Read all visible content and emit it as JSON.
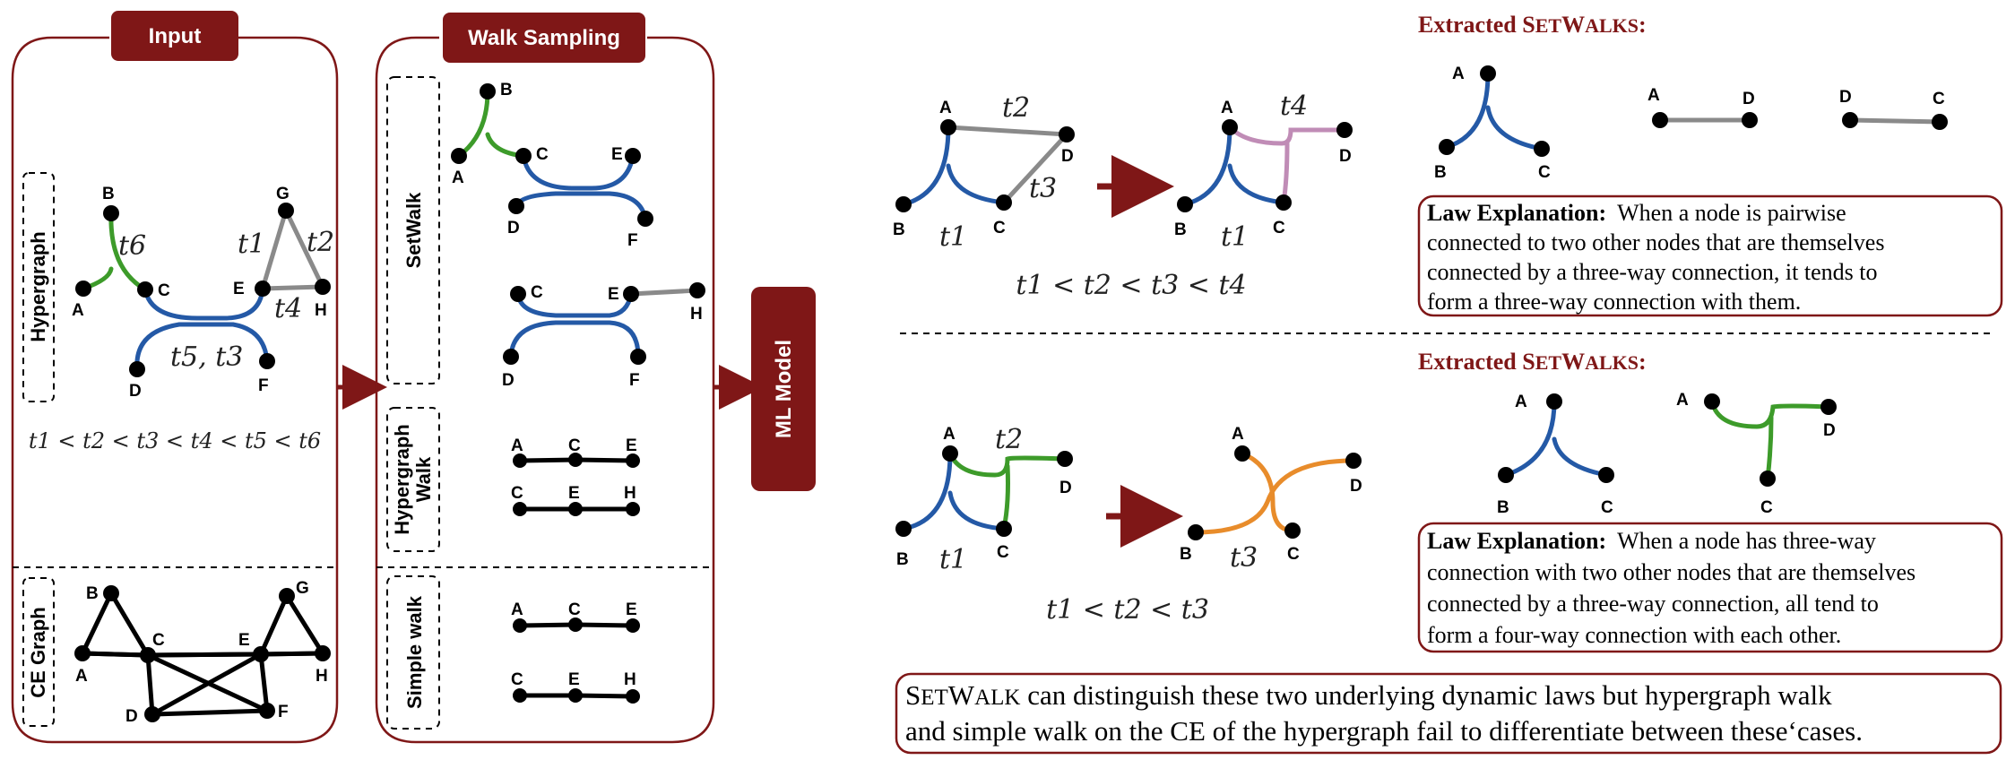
{
  "input_panel": {
    "header": "Input",
    "hypergraph_label": "Hypergraph",
    "ce_graph_label": "CE Graph",
    "node_labels": [
      "A",
      "B",
      "C",
      "D",
      "E",
      "F",
      "G",
      "H"
    ],
    "edge_time_labels": [
      "t6",
      "t1",
      "t2",
      "t4",
      "t5, t3"
    ],
    "time_order": "t1 < t2 < t3 < t4 < t5 < t6"
  },
  "walk_panel": {
    "header": "Walk Sampling",
    "setwalk_label": "SetWalk",
    "hypergraph_walk_label": [
      "Hypergraph",
      "Walk"
    ],
    "simple_walk_label": "Simple walk",
    "hypergraph_walks": [
      [
        "A",
        "C",
        "E"
      ],
      [
        "C",
        "E",
        "H"
      ]
    ],
    "simple_walks": [
      [
        "A",
        "C",
        "E"
      ],
      [
        "C",
        "E",
        "H"
      ]
    ]
  },
  "ml_model": {
    "label": "ML Model"
  },
  "case1": {
    "before_times": [
      "t2",
      "t3",
      "t1"
    ],
    "after_times": [
      "t4",
      "t1"
    ],
    "order": "t1 < t2 < t3 < t4",
    "extracted_title": [
      "Extracted S",
      "ET",
      "W",
      "ALKS",
      ":"
    ],
    "law_title": "Law Explanation:",
    "law_lines": [
      "When a node is pairwise",
      "connected to two other nodes that are themselves",
      "connected by a three-way connection, it tends to",
      "form a three-way connection with them."
    ]
  },
  "case2": {
    "before_times": [
      "t2",
      "t1"
    ],
    "after_times": [
      "t3"
    ],
    "order": "t1 < t2 < t3",
    "extracted_title": [
      "Extracted S",
      "ET",
      "W",
      "ALKS",
      ":"
    ],
    "law_title": "Law Explanation:",
    "law_lines": [
      "When a node has three-way",
      "connection with two other nodes that are themselves",
      "connected by a three-way connection, all tend to",
      "form a four-way connection with each other."
    ]
  },
  "conclusion": {
    "line1_sc": [
      "S",
      "ET",
      "W",
      "ALK"
    ],
    "line1_rest": " can distinguish these two underlying dynamic laws but hypergraph walk",
    "line2": "and simple walk on the CE of the hypergraph fail to differentiate between these‘cases."
  },
  "colors": {
    "dark_red": "#7f1717",
    "blue_hyperedge": "#2459a6",
    "green_hyperedge": "#3d9b2a",
    "gray_edge": "#8a8a8a",
    "pink_hyperedge": "#c08cb6",
    "orange_hyperedge": "#e88c2b"
  }
}
